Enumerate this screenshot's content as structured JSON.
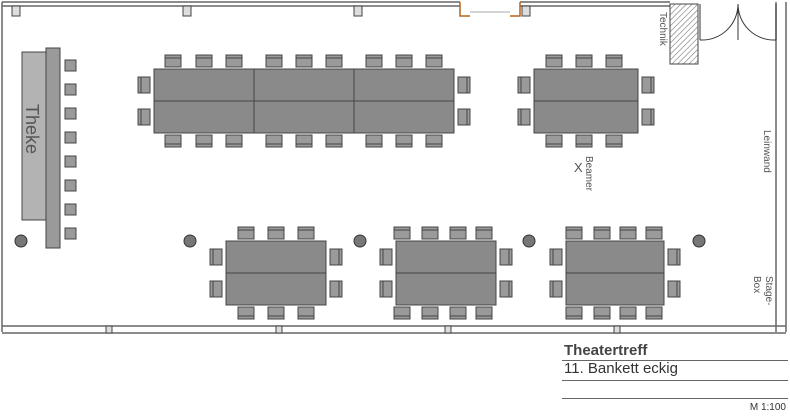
{
  "plan": {
    "labels": {
      "bar": "Theke",
      "tech": "Technik",
      "screen": "Leinwand",
      "beamer": "Beamer",
      "beamer_mark": "X",
      "stage_box_1": "Stage-",
      "stage_box_2": "Box"
    }
  },
  "title_block": {
    "venue": "Theatertreff",
    "layout": "11. Bankett eckig",
    "scale": "M 1:100"
  },
  "colors": {
    "table": "#8a8a8a",
    "chair": "#9a9a9a",
    "outline": "#444444",
    "wall": "#777777"
  },
  "icons": [
    "column-icon",
    "door-icon",
    "chair-icon"
  ]
}
